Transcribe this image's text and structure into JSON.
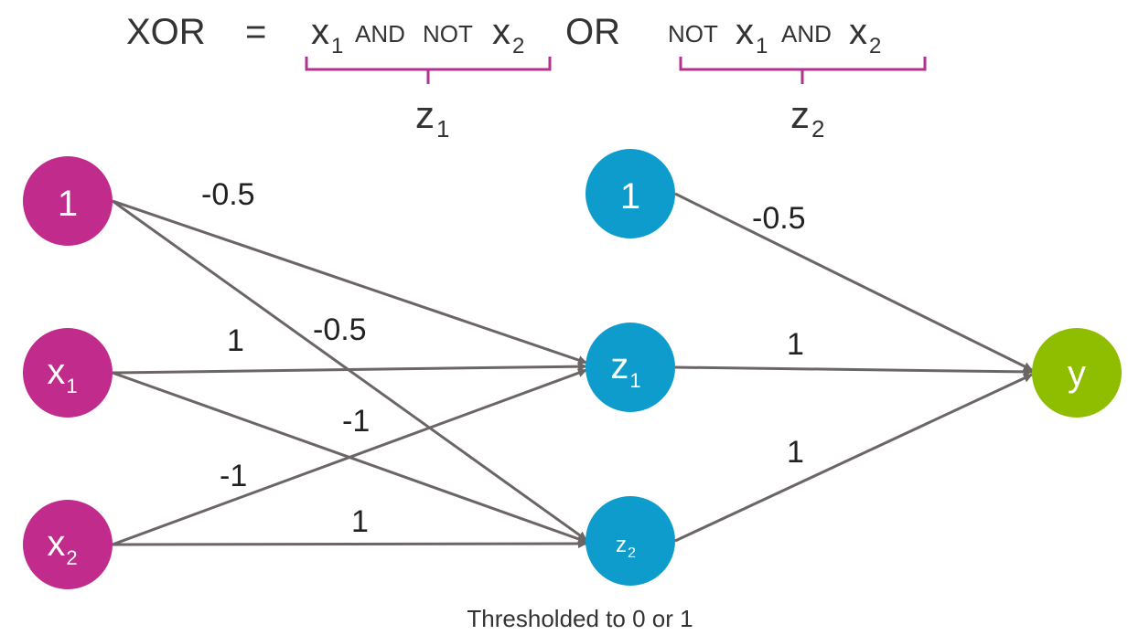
{
  "equation": {
    "lhs": "XOR",
    "equals": "=",
    "x": "x",
    "sub1": "1",
    "sub2": "2",
    "and": "AND",
    "not": "NOT",
    "or": "OR"
  },
  "brace_labels": [
    {
      "var": "z",
      "sub": "1"
    },
    {
      "var": "z",
      "sub": "2"
    }
  ],
  "nodes": {
    "input_bias": {
      "label": "1",
      "color": "#c02b8c"
    },
    "input_x1": {
      "label": "x",
      "sub": "1",
      "color": "#c02b8c"
    },
    "input_x2": {
      "label": "x",
      "sub": "2",
      "color": "#c02b8c"
    },
    "hidden_bias": {
      "label": "1",
      "color": "#0e9ccc"
    },
    "hidden_z1": {
      "label": "z",
      "sub": "1",
      "color": "#0e9ccc"
    },
    "hidden_z2": {
      "label": "z",
      "sub": "2",
      "color": "#0e9ccc"
    },
    "output_y": {
      "label": "y",
      "color": "#8fbe00"
    }
  },
  "weights": {
    "bias_to_z1": "-0.5",
    "bias_to_z2": "-0.5",
    "x1_to_z1": "1",
    "x1_to_z2": "-1",
    "x2_to_z1": "-1",
    "x2_to_z2": "1",
    "hbias_to_y": "-0.5",
    "z1_to_y": "1",
    "z2_to_y": "1"
  },
  "caption": "Thresholded to 0 or 1"
}
